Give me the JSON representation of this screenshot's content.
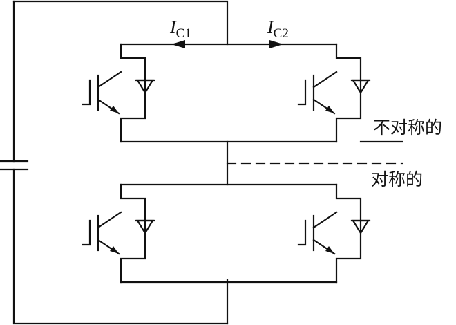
{
  "labels": {
    "ic1": {
      "main": "I",
      "sub": "C1"
    },
    "ic2": {
      "main": "I",
      "sub": "C2"
    },
    "asymmetric": "不对称的",
    "symmetric": "对称的"
  },
  "icons": {
    "switch": "igbt-icon",
    "diode": "diode-icon",
    "capacitor": "capacitor-icon"
  }
}
